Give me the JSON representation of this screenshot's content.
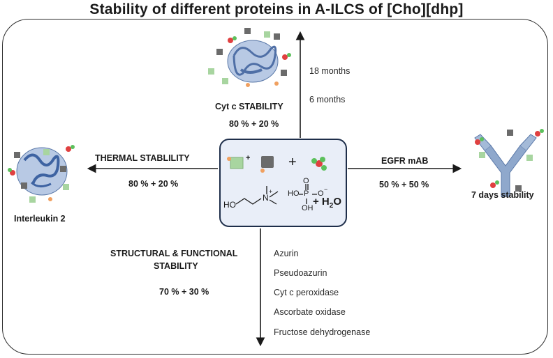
{
  "title": "Stability of different proteins in A-ILCS of [Cho][dhp]",
  "top": {
    "label": "Cyt c STABILITY",
    "ratio": "80 % + 20 %",
    "times": [
      "18 months",
      "6 months"
    ]
  },
  "left": {
    "label": "THERMAL STABLILITY",
    "ratio": "80 % + 20 %",
    "protein": "Interleukin 2"
  },
  "right": {
    "label": "EGFR mAB",
    "ratio": "50 % + 50 %",
    "protein": "7 days stability"
  },
  "bottom": {
    "label_line1": "STRUCTURAL & FUNCTIONAL",
    "label_line2": "STABILITY",
    "ratio": "70 % + 30 %",
    "proteins": [
      "Azurin",
      "Pseudoazurin",
      "Cyt c peroxidase",
      "Ascorbate oxidase",
      "Fructose dehydrogenase"
    ]
  },
  "center": {
    "plus1": "+",
    "plus2": "+",
    "chem_ho": "HO",
    "chem_n": "N",
    "chem_nplus": "+",
    "chem_p": "P",
    "chem_o_top": "O",
    "chem_ho2": "HO",
    "chem_o_minus": "O",
    "chem_minus": "−",
    "chem_oh": "OH",
    "chem_water": "+ H",
    "chem_water_sub": "2",
    "chem_water_o": "O"
  },
  "colors": {
    "frame": "#2b2b2b",
    "center_fill": "#e9eef8",
    "center_border": "#1e2e4a",
    "protein_blue": "#7d9cc9",
    "ion_green": "#a8d5a0",
    "ion_gray": "#6b6b6b",
    "water_red": "#e04040",
    "water_green": "#5cc05c"
  }
}
